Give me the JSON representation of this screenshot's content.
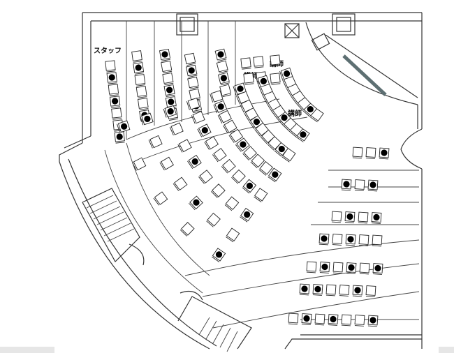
{
  "labels": {
    "staff": "スタッフ",
    "lecturer_1": "講師",
    "lecturer_2": "講師",
    "lecturer_3": "講師"
  },
  "seating": {
    "left_columns": [
      {
        "occupied": [
          false,
          true,
          false,
          true,
          false,
          false,
          true
        ]
      },
      {
        "occupied": [
          false,
          true,
          false,
          false,
          false,
          true
        ]
      },
      {
        "occupied": [
          true,
          false,
          false,
          true,
          true,
          false
        ]
      },
      {
        "occupied": [
          false,
          true,
          false,
          false,
          true
        ]
      },
      {
        "occupied": [
          true,
          false,
          true,
          false
        ]
      }
    ],
    "lecturer_block": {
      "occupied": [
        false,
        false,
        false,
        false,
        false,
        false
      ]
    },
    "arc_rows": [
      {
        "occupied": [
          false,
          true,
          false,
          false,
          false,
          false,
          true
        ]
      },
      {
        "occupied": [
          true,
          false,
          false,
          true,
          false,
          false,
          false,
          false,
          true
        ]
      },
      {
        "occupied": [
          false,
          true,
          false,
          false,
          false,
          true,
          false,
          false,
          false,
          true
        ]
      },
      {
        "occupied": [
          true,
          false,
          false,
          false,
          true,
          false,
          false,
          false,
          true,
          false
        ]
      },
      {
        "occupied": [
          false,
          true,
          false,
          false,
          false,
          false,
          true,
          false,
          false
        ]
      },
      {
        "occupied": [
          true,
          false,
          false,
          false,
          true,
          false,
          false,
          true
        ]
      },
      {
        "occupied": [
          false,
          false,
          true,
          false,
          false,
          false,
          true
        ]
      },
      {
        "occupied": [
          true,
          false,
          false,
          false,
          true
        ]
      }
    ],
    "right_rows": [
      {
        "occupied": [
          false,
          false,
          true
        ]
      },
      {
        "occupied": [
          true,
          false,
          true
        ]
      },
      {
        "occupied": [
          false,
          true,
          false,
          true
        ]
      },
      {
        "occupied": [
          true,
          false,
          true,
          false,
          false
        ]
      },
      {
        "occupied": [
          false,
          true,
          false,
          true,
          false,
          true
        ]
      },
      {
        "occupied": [
          true,
          true,
          false,
          false,
          true,
          false
        ]
      },
      {
        "occupied": [
          false,
          true,
          false,
          true,
          false,
          false,
          true
        ]
      }
    ]
  }
}
